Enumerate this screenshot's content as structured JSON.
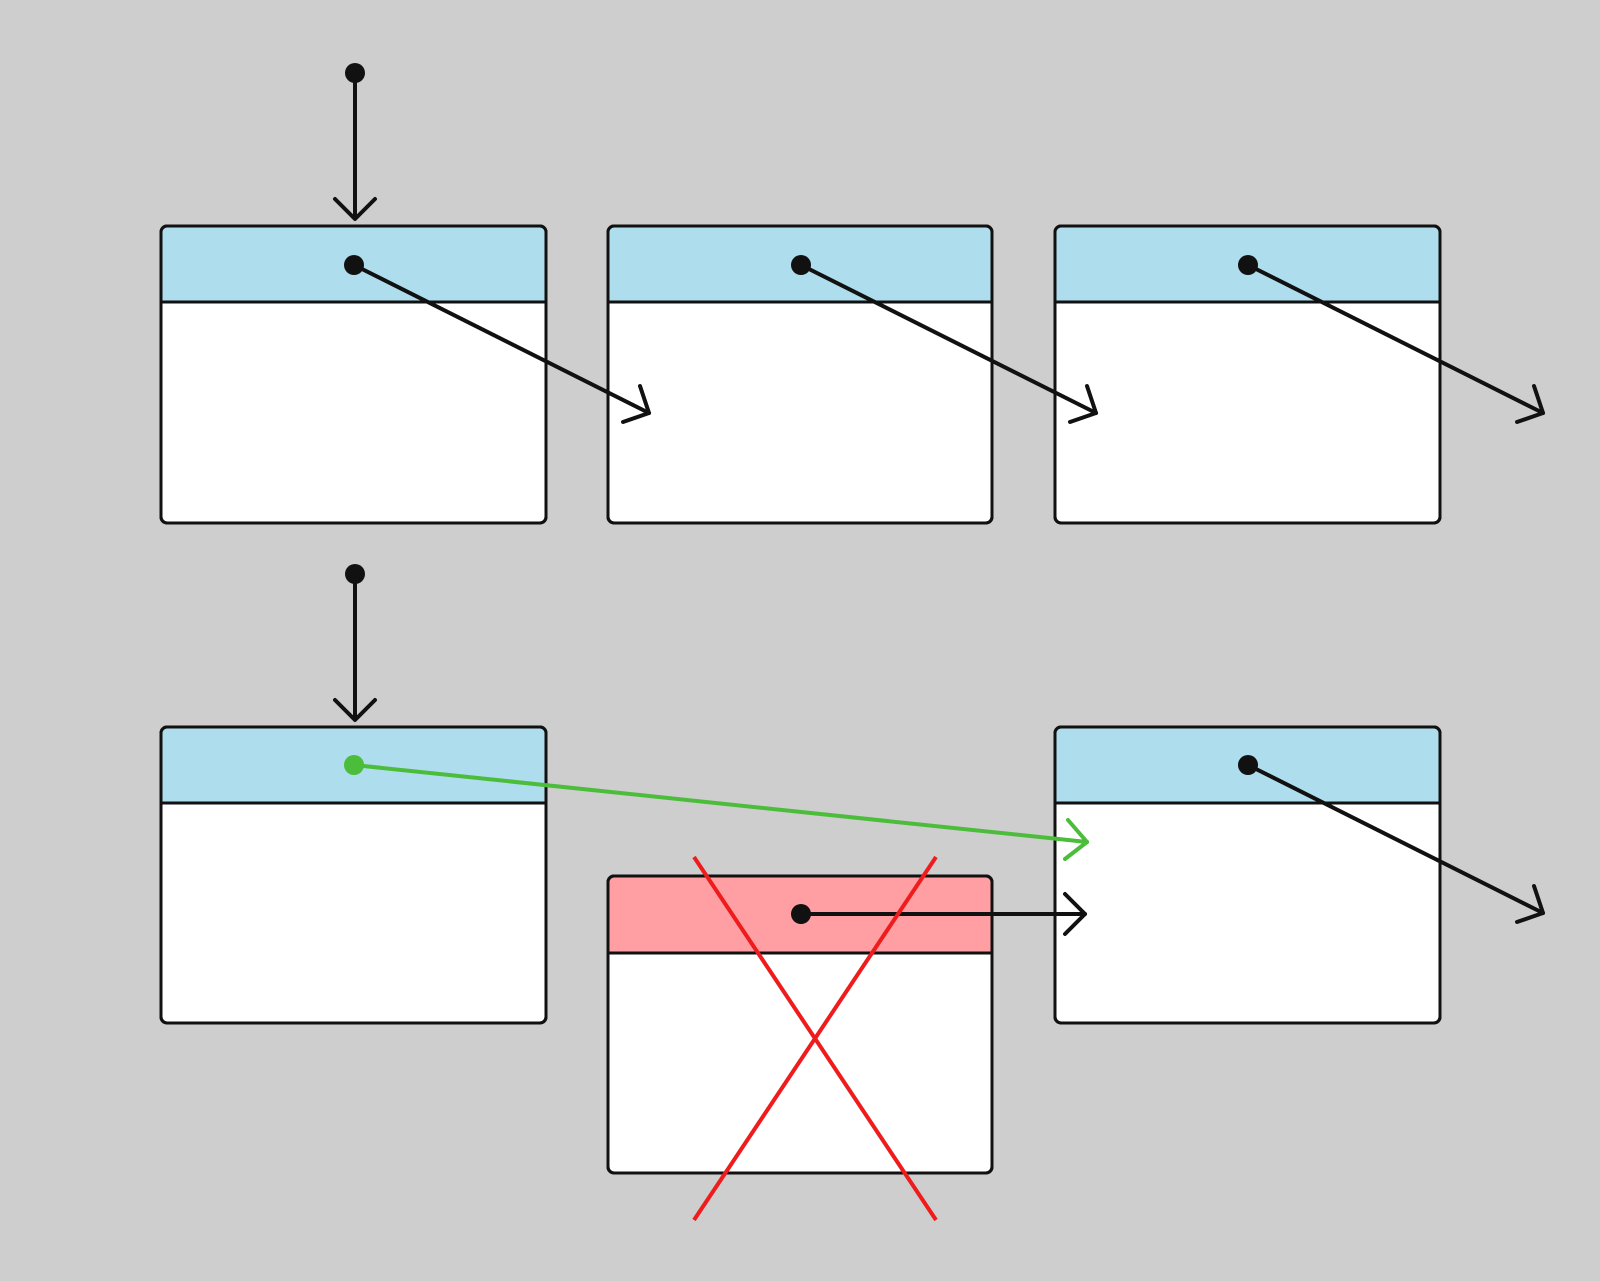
{
  "colors": {
    "background": "#cecece",
    "node_header": "#aedded",
    "deleted_header": "#ff9ea3",
    "node_body": "#ffffff",
    "outline": "#111111",
    "pointer": "#111111",
    "new_link": "#4bbd3a",
    "delete_mark": "#ee1c1c"
  },
  "rows": [
    {
      "id": "before-deletion",
      "head_pointer": true,
      "nodes": [
        {
          "id": "node-1",
          "state": "normal"
        },
        {
          "id": "node-2",
          "state": "normal"
        },
        {
          "id": "node-3",
          "state": "normal"
        }
      ]
    },
    {
      "id": "after-deletion",
      "head_pointer": true,
      "nodes": [
        {
          "id": "node-1",
          "state": "normal"
        },
        {
          "id": "node-2",
          "state": "deleted"
        },
        {
          "id": "node-3",
          "state": "normal"
        }
      ]
    }
  ],
  "links": [
    {
      "row": "before-deletion",
      "from": "node-1",
      "to": "node-2",
      "kind": "next"
    },
    {
      "row": "before-deletion",
      "from": "node-2",
      "to": "node-3",
      "kind": "next"
    },
    {
      "row": "before-deletion",
      "from": "node-3",
      "to": "continues",
      "kind": "next"
    },
    {
      "row": "after-deletion",
      "from": "node-1",
      "to": "node-3",
      "kind": "new-link"
    },
    {
      "row": "after-deletion",
      "from": "node-2",
      "to": "node-3",
      "kind": "next"
    },
    {
      "row": "after-deletion",
      "from": "node-3",
      "to": "continues",
      "kind": "next"
    }
  ]
}
